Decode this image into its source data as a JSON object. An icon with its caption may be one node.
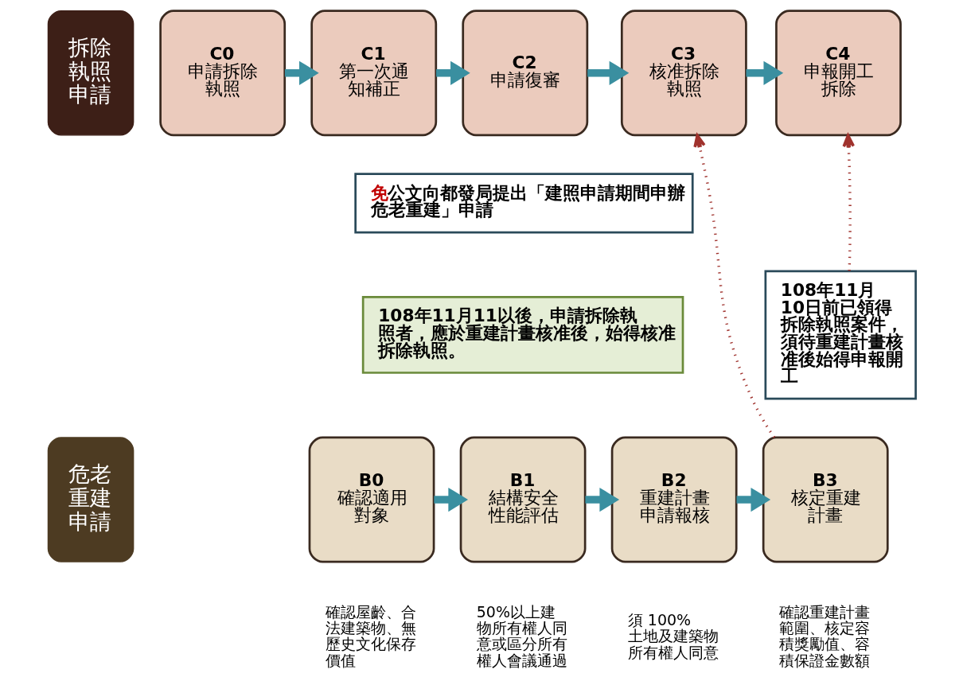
{
  "diagram": {
    "nodes": [
      {
        "text": [
          "拆除執照申請"
        ]
      },
      {
        "text": [
          "C0",
          "申請拆除執照"
        ]
      },
      {
        "text": [
          "C1",
          "第一次通知補正"
        ]
      },
      {
        "text": [
          "C2",
          "申請復審"
        ]
      },
      {
        "text": [
          "C3",
          "核准拆除執照"
        ]
      },
      {
        "text": [
          "C4",
          "申報開工拆除"
        ]
      },
      {
        "text": [
          "**免**公文向都發局提出「建照申請期間申辦危老重建」申請"
        ]
      },
      {
        "text": [
          "108年11月11以後，申請拆除執照者，應於重建計畫核准後，始得核准拆除執照。"
        ]
      },
      {
        "text": [
          "108年11月10日前已領得拆除執照案件，須待重建計畫核准後始得申報開工"
        ]
      },
      {
        "text": [
          "危老重建申請"
        ]
      },
      {
        "text": [
          "B0",
          "確認適用對象"
        ],
        "beside": [
          "確認屋齡、合法建築物、無歷史文化保存價值"
        ]
      },
      {
        "text": [
          "B1",
          "結構安全性能評估"
        ],
        "beside": [
          "50%以上建物所有權人同意或區分所有權人會議通過"
        ]
      },
      {
        "text": [
          "B2",
          "重建計畫申請報核"
        ],
        "beside": [
          "須 100%土地及建築物所有權人同意"
        ]
      },
      {
        "text": [
          "B3",
          "核定重建計畫"
        ],
        "beside": [
          "確認重建計畫範圍、核定容積獎勵值、容積保證金數額"
        ]
      }
    ],
    "edges": [
      {
        "from": 1,
        "to": 2,
        "arrow": "to"
      },
      {
        "from": 2,
        "to": 3,
        "arrow": "to"
      },
      {
        "from": 3,
        "to": 4,
        "arrow": "to"
      },
      {
        "from": 4,
        "to": 5,
        "arrow": "to"
      },
      {
        "from": 10,
        "to": 11,
        "arrow": "to"
      },
      {
        "from": 11,
        "to": 12,
        "arrow": "to"
      },
      {
        "from": 12,
        "to": 13,
        "arrow": "to"
      },
      {
        "from": 13,
        "to": 4,
        "arrow": "to",
        "style": "dashed",
        "color": "#a0322d"
      },
      {
        "from": 8,
        "to": 5,
        "arrow": "to",
        "style": "dashed",
        "color": "#a0322d"
      }
    ]
  }
}
